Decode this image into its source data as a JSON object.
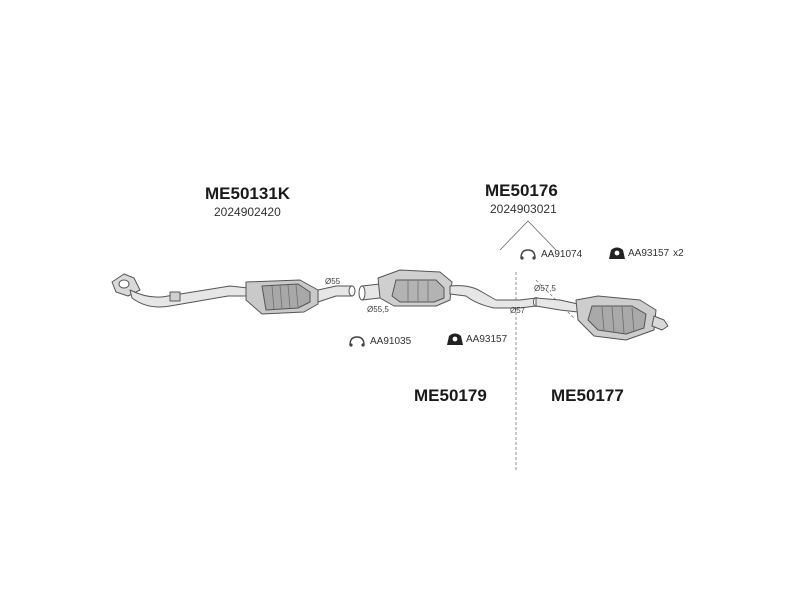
{
  "groups": {
    "front": {
      "code": "ME50131K",
      "oem": "2024902420"
    },
    "rear_assembly": {
      "code": "ME50176",
      "oem": "2024903021"
    },
    "middle": {
      "code": "ME50179"
    },
    "rear": {
      "code": "ME50177"
    }
  },
  "fittings": {
    "clamp_rear": {
      "code": "AA91074"
    },
    "mount_rear": {
      "code": "AA93157",
      "qty": "x2"
    },
    "clamp_mid": {
      "code": "AA91035"
    },
    "mount_mid": {
      "code": "AA93157"
    }
  },
  "diameters": {
    "d1": "Ø55",
    "d2": "Ø55,5",
    "d3": "Ø57,5",
    "d4": "Ø57"
  },
  "colors": {
    "line": "#555555",
    "fill_light": "#e6e6e6",
    "fill_mid": "#bdbdbd",
    "fill_dark": "#7a7a7a"
  }
}
